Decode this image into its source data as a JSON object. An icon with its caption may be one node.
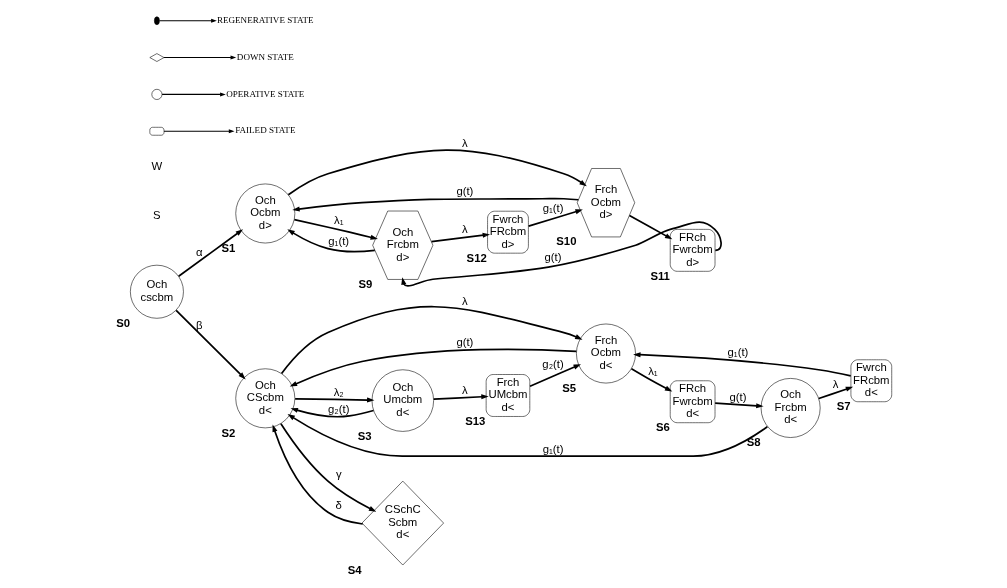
{
  "diagram": {
    "nodes": [
      {
        "text": [
          "Och",
          "cscbm"
        ],
        "beside": [
          "S0"
        ]
      },
      {
        "text": [
          "Och",
          "Ocbm",
          "d>"
        ],
        "beside": [
          "S1"
        ]
      },
      {
        "text": [
          "Och",
          "CScbm",
          "d<"
        ],
        "beside": [
          "S2"
        ]
      },
      {
        "text": [
          "Och",
          "Umcbm",
          "d<"
        ],
        "beside": [
          "S3"
        ]
      },
      {
        "text": [
          "CSchC",
          "Scbm",
          "d<"
        ],
        "beside": [
          "S4"
        ]
      },
      {
        "text": [
          "Frch",
          "Ocbm",
          "d<"
        ],
        "beside": [
          "S5"
        ]
      },
      {
        "text": [
          "FRch",
          "Fwrcbm",
          "d<"
        ],
        "beside": [
          "S6"
        ]
      },
      {
        "text": [
          "Fwrch",
          "FRcbm",
          "d<"
        ],
        "beside": [
          "S7"
        ]
      },
      {
        "text": [
          "Och",
          "Frcbm",
          "d<"
        ],
        "beside": [
          "S8"
        ]
      },
      {
        "text": [
          "Och",
          "Frcbm",
          "d>"
        ],
        "beside": [
          "S9"
        ]
      },
      {
        "text": [
          "Frch",
          "Ocbm",
          "d>"
        ],
        "beside": [
          "S10"
        ]
      },
      {
        "text": [
          "FRch",
          "Fwrcbm",
          "d>"
        ],
        "beside": [
          "S11"
        ]
      },
      {
        "text": [
          "Fwrch",
          "FRcbm",
          "d>"
        ],
        "beside": [
          "S12"
        ]
      },
      {
        "text": [
          "Frch",
          "UMcbm",
          "d<"
        ],
        "beside": [
          "S13"
        ]
      }
    ],
    "edges": [
      {
        "from": 0,
        "to": 2,
        "arrow": "to",
        "label": "β"
      },
      {
        "from": 0,
        "to": 1,
        "arrow": "to",
        "label": "α"
      },
      {
        "from": 2,
        "to": 3,
        "arrow": "to",
        "label": "λ₂"
      },
      {
        "from": 3,
        "to": 2,
        "arrow": "to",
        "label": "g₂(t)"
      },
      {
        "from": 3,
        "to": 13,
        "arrow": "to",
        "label": "λ"
      },
      {
        "from": 13,
        "to": 5,
        "arrow": "to",
        "label": "g₂(t)"
      },
      {
        "from": 2,
        "to": 4,
        "arrow": "to",
        "label": "γ"
      },
      {
        "from": 4,
        "to": 2,
        "arrow": "to",
        "label": "δ"
      },
      {
        "from": 2,
        "to": 5,
        "arrow": "to",
        "label": "λ"
      },
      {
        "from": 5,
        "to": 2,
        "arrow": "to",
        "label": "g(t)"
      },
      {
        "from": 8,
        "to": 2,
        "arrow": "to",
        "label": "g₁(t)"
      },
      {
        "from": 5,
        "to": 6,
        "arrow": "to",
        "label": "λ₁"
      },
      {
        "from": 6,
        "to": 8,
        "arrow": "to",
        "label": "g(t)"
      },
      {
        "from": 8,
        "to": 7,
        "arrow": "to",
        "label": "λ"
      },
      {
        "from": 7,
        "to": 5,
        "arrow": "to",
        "label": "g₁(t)"
      },
      {
        "from": 1,
        "to": 10,
        "arrow": "to",
        "label": "λ"
      },
      {
        "from": 10,
        "to": 1,
        "arrow": "to",
        "label": "g(t)"
      },
      {
        "from": 10,
        "to": 11,
        "arrow": "to"
      },
      {
        "from": 1,
        "to": 9,
        "arrow": "to",
        "label": "λ₁"
      },
      {
        "from": 9,
        "to": 1,
        "arrow": "to",
        "label": "g₁(t)"
      },
      {
        "from": 9,
        "to": 12,
        "arrow": "to",
        "label": "λ"
      },
      {
        "from": 12,
        "to": 10,
        "arrow": "to",
        "label": "g₁(t)"
      },
      {
        "from": 11,
        "to": 9,
        "arrow": "to",
        "label": "g(t)"
      }
    ],
    "labels": [
      "S",
      "W"
    ],
    "legend": [
      {
        "text": "REGENERATIVE STATE"
      },
      {
        "text": "DOWN STATE"
      },
      {
        "text": "OPERATIVE STATE"
      },
      {
        "text": "FAILED STATE"
      }
    ]
  }
}
